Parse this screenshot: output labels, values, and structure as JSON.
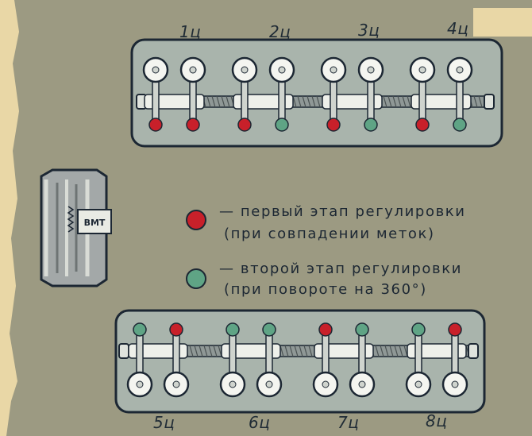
{
  "cylinders_top": [
    {
      "label": "1ц",
      "valves": [
        "first",
        "first"
      ]
    },
    {
      "label": "2ц",
      "valves": [
        "first",
        "second"
      ]
    },
    {
      "label": "3ц",
      "valves": [
        "first",
        "second"
      ]
    },
    {
      "label": "4ц",
      "valves": [
        "first",
        "second"
      ]
    }
  ],
  "cylinders_bottom": [
    {
      "label": "5ц",
      "valves": [
        "second",
        "first"
      ]
    },
    {
      "label": "6ц",
      "valves": [
        "second",
        "second"
      ]
    },
    {
      "label": "7ц",
      "valves": [
        "first",
        "second"
      ]
    },
    {
      "label": "8ц",
      "valves": [
        "second",
        "first"
      ]
    }
  ],
  "pulley": {
    "mark_label": "ВМТ"
  },
  "legend": {
    "first_stage_line1": "— первый этап регулировки",
    "first_stage_line2": "(при совпадении меток)",
    "second_stage_line1": "— второй этап регулировки",
    "second_stage_line2": "(при повороте на 360°)"
  },
  "colors": {
    "first_stage": "#c8202a",
    "second_stage": "#5fa485",
    "panel": "#a9b4ac",
    "background": "#9c9a82",
    "paper": "#e9d7a6"
  }
}
